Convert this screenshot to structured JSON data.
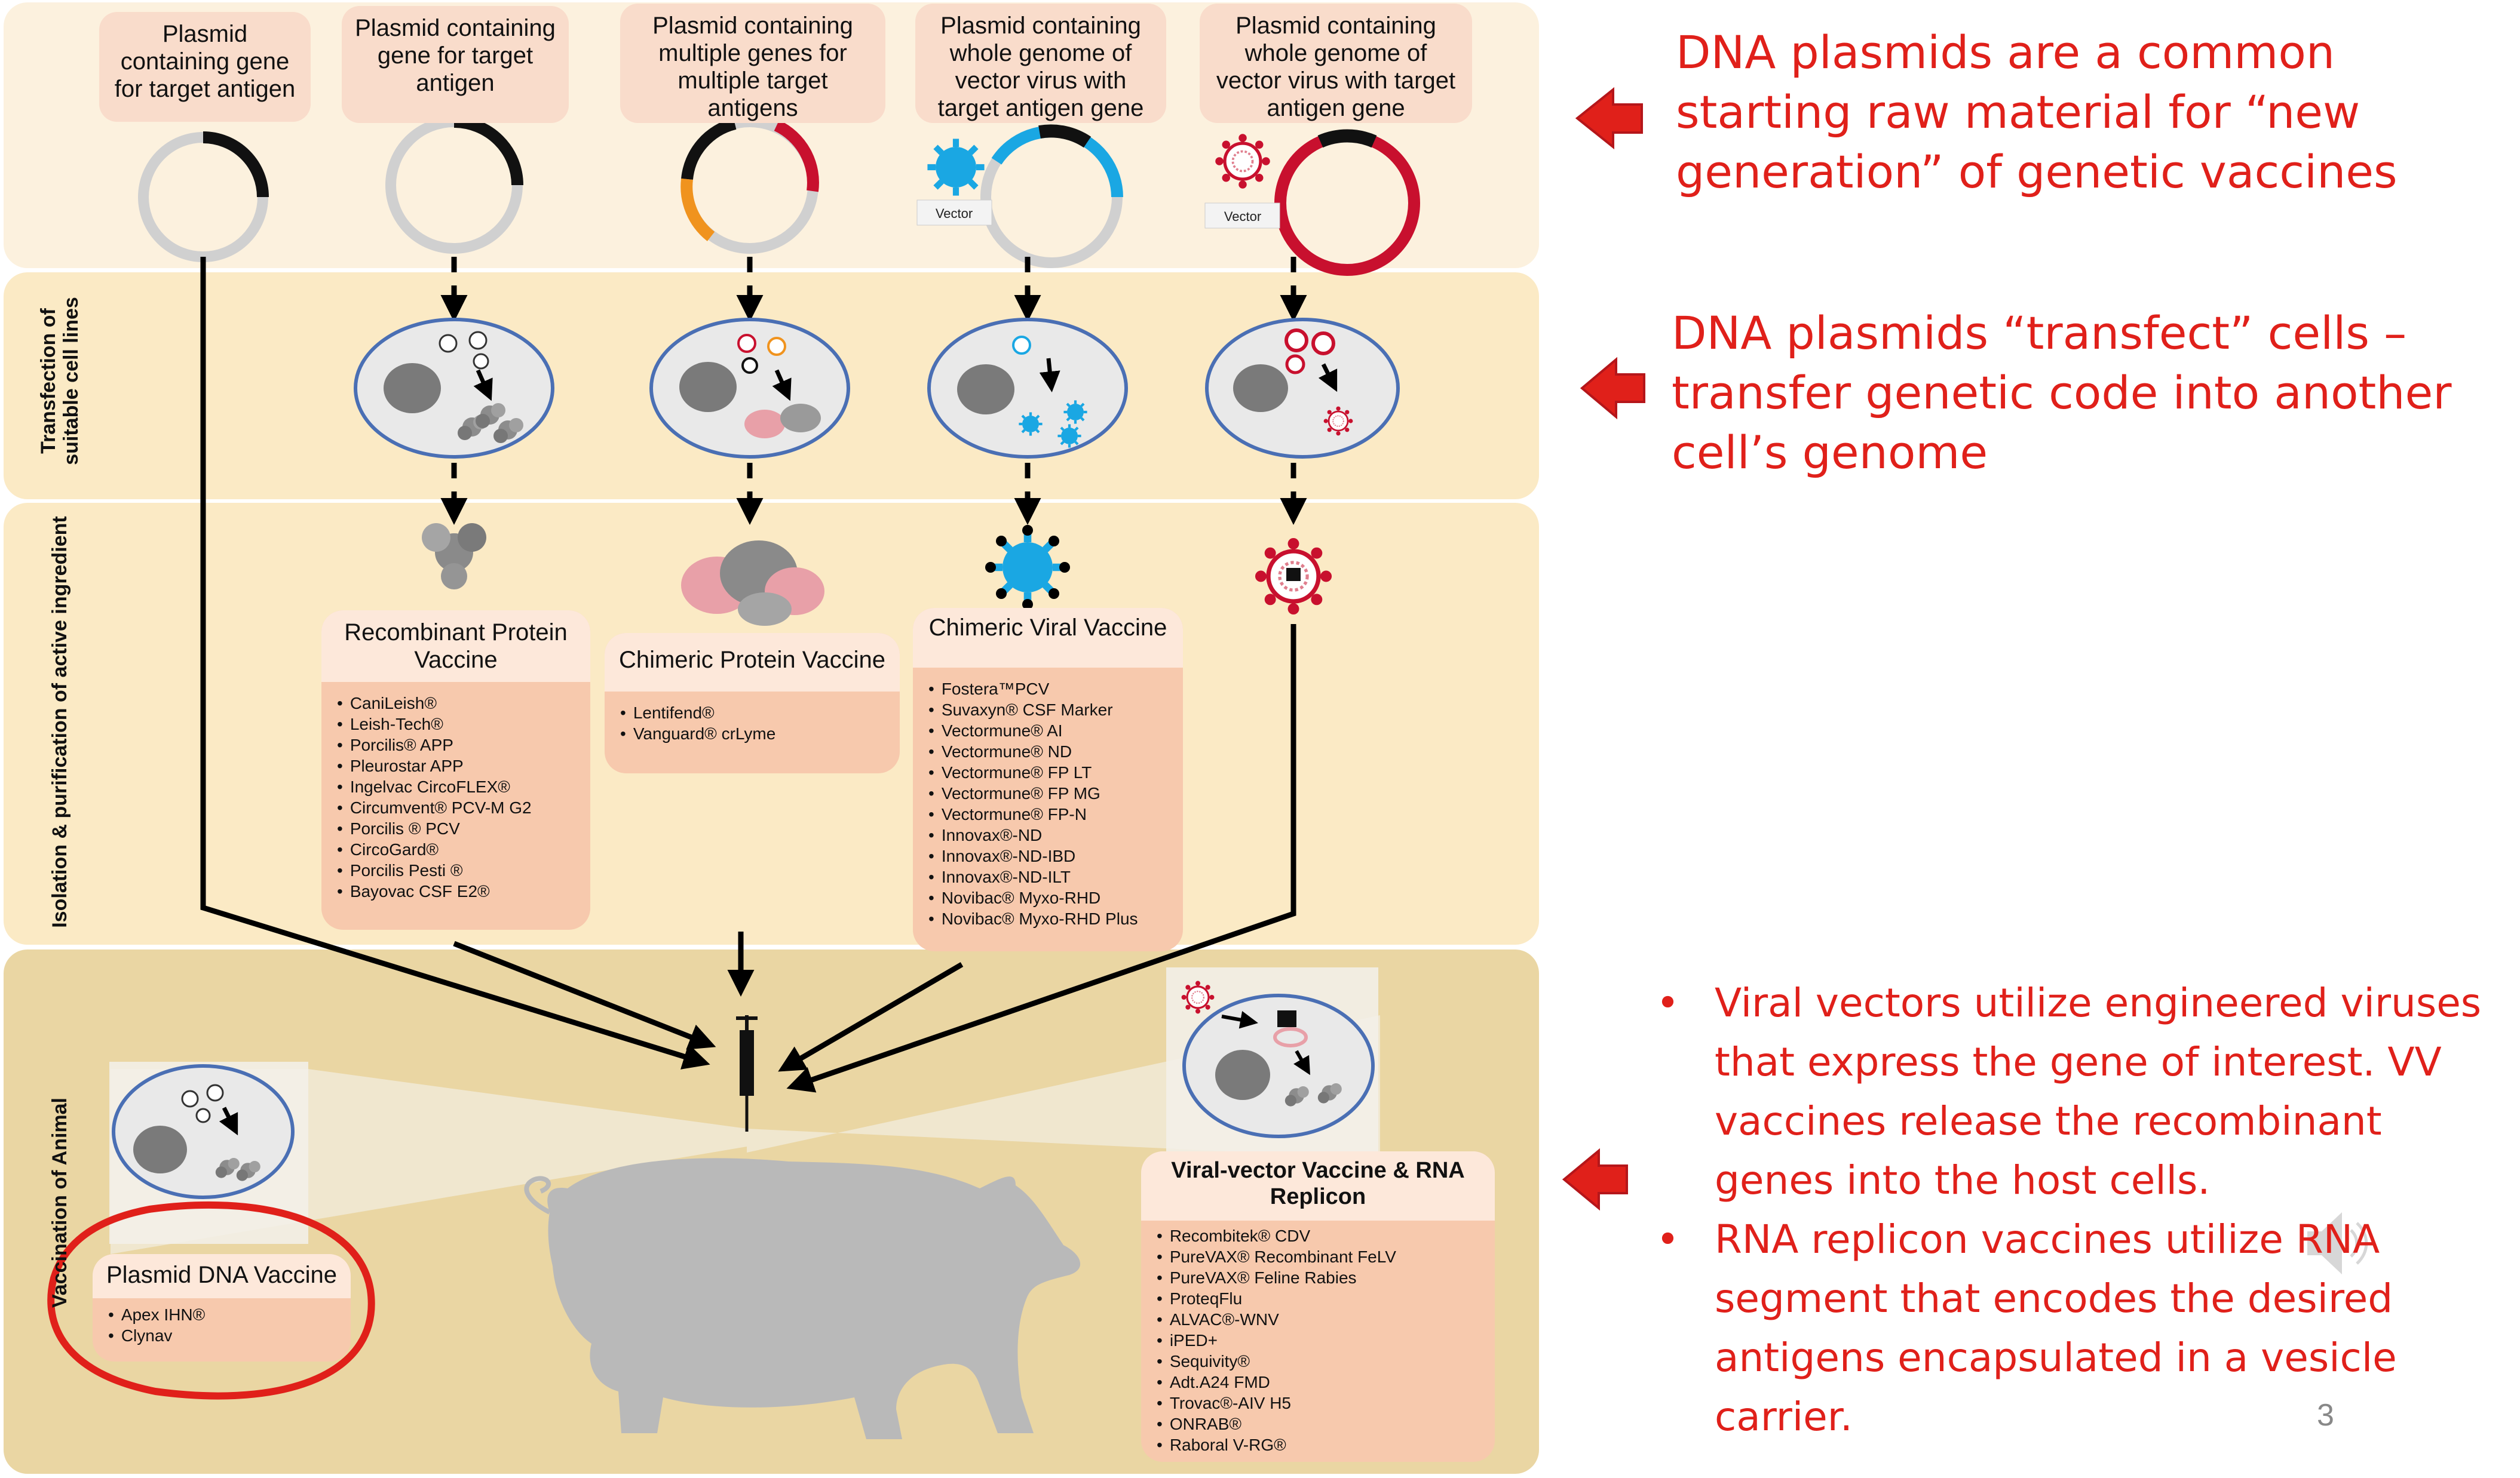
{
  "plasmids": [
    {
      "label": "Plasmid containing gene for target antigen"
    },
    {
      "label": "Plasmid containing gene for target antigen"
    },
    {
      "label": "Plasmid containing multiple genes for multiple target antigens"
    },
    {
      "label": "Plasmid containing whole genome of vector virus with target antigen gene"
    },
    {
      "label": "Plasmid containing whole genome of vector virus with  target antigen gene"
    }
  ],
  "vector_tags": [
    "Vector",
    "Vector"
  ],
  "rows": {
    "transfection": "Transfection of suitable cell lines",
    "isolation": "Isolation & purification of active ingredient",
    "vaccination": "Vaccination of Animal"
  },
  "cards": {
    "recombinant": {
      "title": "Recombinant Protein Vaccine",
      "items": [
        "CaniLeish®",
        "Leish-Tech®",
        "Porcilis® APP",
        "Pleurostar APP",
        "Ingelvac CircoFLEX®",
        "Circumvent® PCV-M G2",
        "Porcilis ® PCV",
        "CircoGard®",
        "Porcilis Pesti ®",
        "Bayovac CSF E2®"
      ]
    },
    "chimeric_protein": {
      "title": "Chimeric Protein Vaccine",
      "items": [
        "Lentifend®",
        "Vanguard® crLyme"
      ]
    },
    "chimeric_viral": {
      "title": "Chimeric Viral Vaccine",
      "items": [
        "Fostera™PCV",
        "Suvaxyn® CSF Marker",
        "Vectormune® AI",
        "Vectormune® ND",
        "Vectormune® FP LT",
        "Vectormune® FP MG",
        "Vectormune® FP-N",
        "Innovax®-ND",
        "Innovax®-ND-IBD",
        "Innovax®-ND-ILT",
        "Novibac® Myxo-RHD",
        "Novibac® Myxo-RHD Plus"
      ]
    },
    "plasmid_dna": {
      "title": "Plasmid DNA Vaccine",
      "items": [
        "Apex IHN®",
        "Clynav"
      ]
    },
    "viral_vector": {
      "title": "Viral-vector Vaccine & RNA Replicon",
      "items": [
        "Recombitek® CDV",
        "PureVAX® Recombinant FeLV",
        "PureVAX® Feline Rabies",
        "ProteqFlu",
        "ALVAC®-WNV",
        "iPED+",
        "Sequivity®",
        "Adt.A24 FMD",
        "Trovac®-AIV H5",
        "ONRAB®",
        "Raboral V-RG®"
      ]
    }
  },
  "notes": {
    "plasmid_material": "DNA plasmids are a common starting raw material for “new generation” of genetic vaccines",
    "transfect": "DNA plasmids “transfect” cells – transfer genetic code into another cell’s genome",
    "bullets": [
      "Viral vectors utilize engineered viruses that express the gene of interest. VV vaccines release the recombinant genes into the host cells.",
      "RNA replicon vaccines utilize RNA segment that encodes the desired antigens encapsulated in a vesicle carrier."
    ]
  },
  "page_number": "3",
  "colors": {
    "annotation_red": "#e0201a",
    "band_light": "#fcf1de",
    "band_mid": "#fbeac5",
    "band_dark": "#ead6a3",
    "label_fill": "#f9dccb",
    "card_fill": "#f7c9ad",
    "vector_blue": "#1aa7e3",
    "vector_red": "#c8102e",
    "orange": "#f0931e",
    "cell_blue": "#4a6fb4"
  },
  "icons": [
    "left-arrow-icon",
    "speaker-icon",
    "syringe-icon",
    "pig-icon",
    "virus-icon",
    "plasmid-ring-icon",
    "cell-icon",
    "nucleus-icon",
    "protein-icon"
  ]
}
